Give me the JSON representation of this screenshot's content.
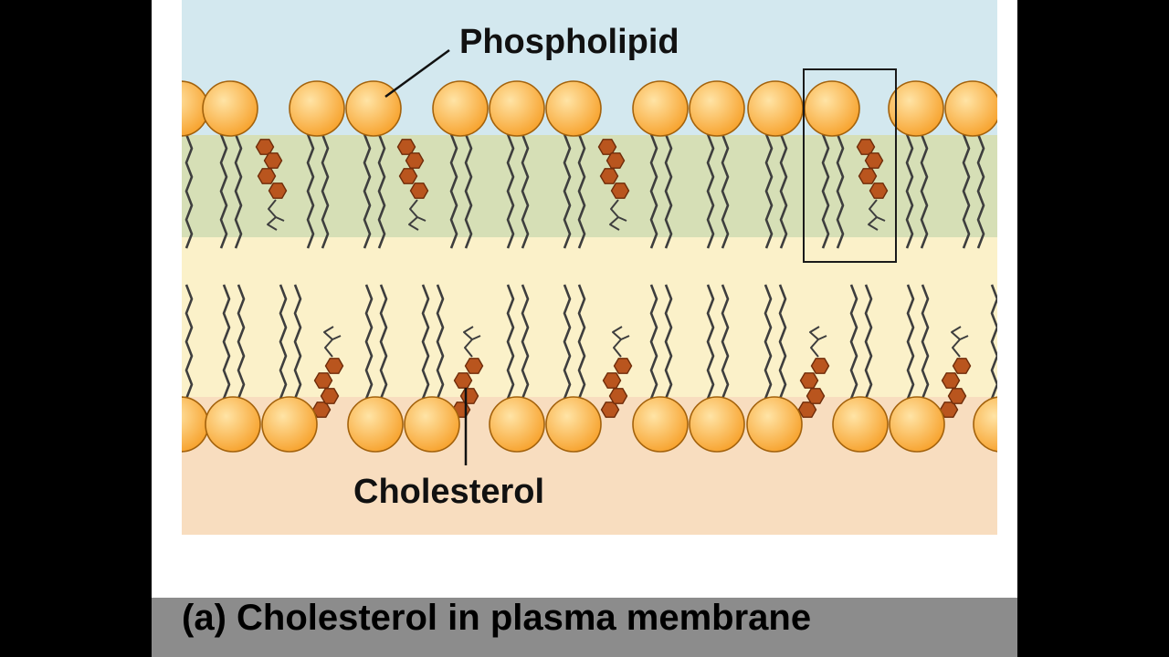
{
  "diagram": {
    "labels": {
      "phospholipid": "Phospholipid",
      "cholesterol": "Cholesterol"
    },
    "caption": "(a) Cholesterol in plasma membrane",
    "colors": {
      "background": "#000000",
      "slide": "#ffffff",
      "extracellular": "#d3e8ef",
      "upper_tail_band": "#d6dfb6",
      "hydrophobic_core": "#fbf1c9",
      "cytoplasm": "#f8ddbf",
      "head_fill": "#f7a12b",
      "head_highlight": "#ffe4a6",
      "head_outline": "#a3620c",
      "tail": "#3e3e3e",
      "cholesterol_fill": "#b9551e",
      "cholesterol_outline": "#6e2c0a",
      "caption_bar": "#8c8c8c",
      "caption_text": "#000000"
    }
  }
}
